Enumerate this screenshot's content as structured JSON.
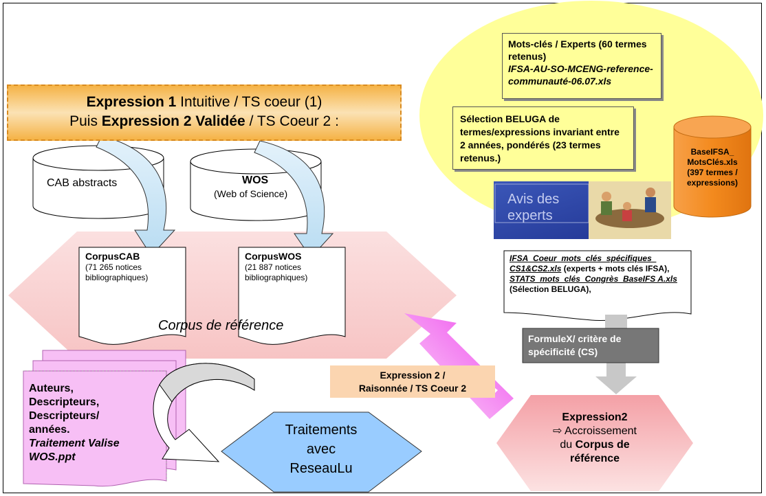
{
  "header": {
    "expr1_bold": "Expression 1",
    "expr1_rest": " Intuitive / TS coeur (1)",
    "expr2_pre": "Puis ",
    "expr2_bold": "Expression 2 Validée",
    "expr2_rest": " / TS Coeur 2 :"
  },
  "databases": {
    "cab": "CAB abstracts",
    "wos_title": "WOS",
    "wos_sub": "(Web of Science)"
  },
  "corpus": {
    "cab_title": "CorpusCAB",
    "cab_sub": "(71 265 notices bibliographiques)",
    "wos_title": "CorpusWOS",
    "wos_sub": "(21 887 notices bibliographiques)",
    "reference_label": "Corpus de référence"
  },
  "stack": {
    "line1": "Auteurs,",
    "line2": "Descripteurs,",
    "line3": "Descripteurs/",
    "line4": "années.",
    "line5": "Traitement Valise",
    "line6": "WOS.ppt"
  },
  "treatment": {
    "line1": "Traitements",
    "line2": "avec",
    "line3": "ReseauLu"
  },
  "experts_note": {
    "bold": "Mots-clés / Experts (60 termes retenus)",
    "italic": "IFSA-AU-SO-MCENG-reference-communauté-06.07.xls"
  },
  "beluga_note": {
    "text": "Sélection  BELUGA de termes/expressions invariant entre 2 années, pondérés (23 termes retenus.)"
  },
  "cylinder_orange": {
    "line1": "BaseIFSA_",
    "line2": "MotsClés.xls",
    "line3": "(397 termes /",
    "line4": "expressions)"
  },
  "experts_image": {
    "line1": "Avis des",
    "line2": "experts"
  },
  "files_doc": {
    "file1": "IFSA_Coeur_mots_clés_spécifiques_ CS1&CS2.xls",
    "file1_rest": " (experts + mots clés IFSA),",
    "file2": "STATS_mots_clés_Congrès_BaseIFS A.xls",
    "file2_rest": " (Sélection BELUGA),"
  },
  "formula": {
    "text": "FormuleX/ critère de spécificité (CS)"
  },
  "expression2_label": {
    "line1": "Expression 2 /",
    "line2": "Raisonnée / TS Coeur 2"
  },
  "growth": {
    "line1": "Expression2",
    "line2": "⇨ Accroissement",
    "line3_pre": "du ",
    "line3_bold": "Corpus de",
    "line4": "référence"
  },
  "colors": {
    "title_fill": "#f5b347",
    "yellow_ellipse": "#ffff99",
    "note_fill": "#ffff99",
    "cylinder_orange": "#f28a1e",
    "pink_hex": "#fcd6d6",
    "magenta_arrow": "#f25cf0",
    "blue_hex": "#99ccff",
    "gray_box": "#777777"
  }
}
